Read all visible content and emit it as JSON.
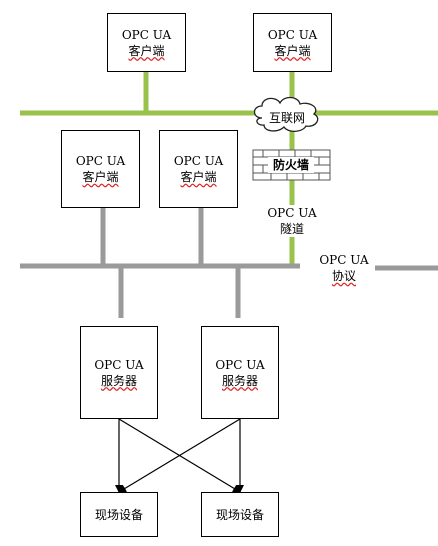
{
  "nodes": {
    "top_client_1": {
      "line1": "OPC UA",
      "line2": "客户端"
    },
    "top_client_2": {
      "line1": "OPC UA",
      "line2": "客户端"
    },
    "mid_client_1": {
      "line1": "OPC UA",
      "line2": "客户端"
    },
    "mid_client_2": {
      "line1": "OPC UA",
      "line2": "客户端"
    },
    "server_1": {
      "line1": "OPC UA",
      "line2": "服务器"
    },
    "server_2": {
      "line1": "OPC UA",
      "line2": "服务器"
    },
    "device_1": {
      "line1": "现场设备"
    },
    "device_2": {
      "line1": "现场设备"
    }
  },
  "labels": {
    "internet": "互联网",
    "firewall": "防火墙",
    "tunnel_line1": "OPC UA",
    "tunnel_line2": "隧道",
    "protocol_line1": "OPC UA",
    "protocol_line2": "协议"
  },
  "colors": {
    "internet_link": "#99c24d",
    "lan_link": "#9a9a9a",
    "firewall_brick": "#555555",
    "box_border": "#000000"
  }
}
